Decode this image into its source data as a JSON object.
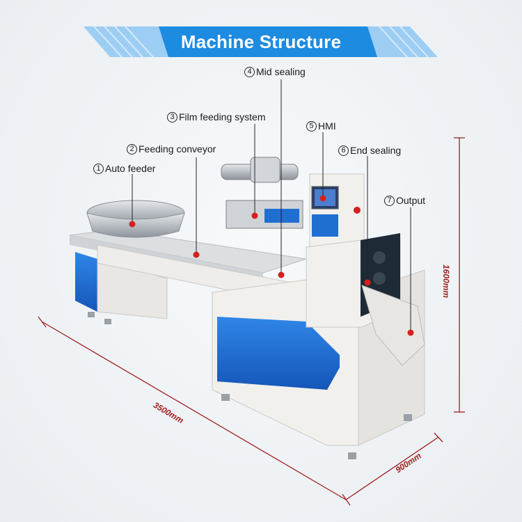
{
  "banner": {
    "title": "Machine Structure",
    "color": "#1d8be0"
  },
  "callouts": [
    {
      "number": "1",
      "label": "Auto feeder"
    },
    {
      "number": "2",
      "label": "Feeding conveyor"
    },
    {
      "number": "3",
      "label": "Film feeding system"
    },
    {
      "number": "4",
      "label": "Mid sealing"
    },
    {
      "number": "5",
      "label": "HMI"
    },
    {
      "number": "6",
      "label": "End sealing"
    },
    {
      "number": "7",
      "label": "Output"
    }
  ],
  "dimensions": {
    "length": "3500mm",
    "width": "900mm",
    "height": "1600mm",
    "line_color": "#a01e1e"
  },
  "colors": {
    "marker": "#d61f1f",
    "machine_body": "#f1f0ec",
    "machine_panel": "#1f6fd1"
  }
}
